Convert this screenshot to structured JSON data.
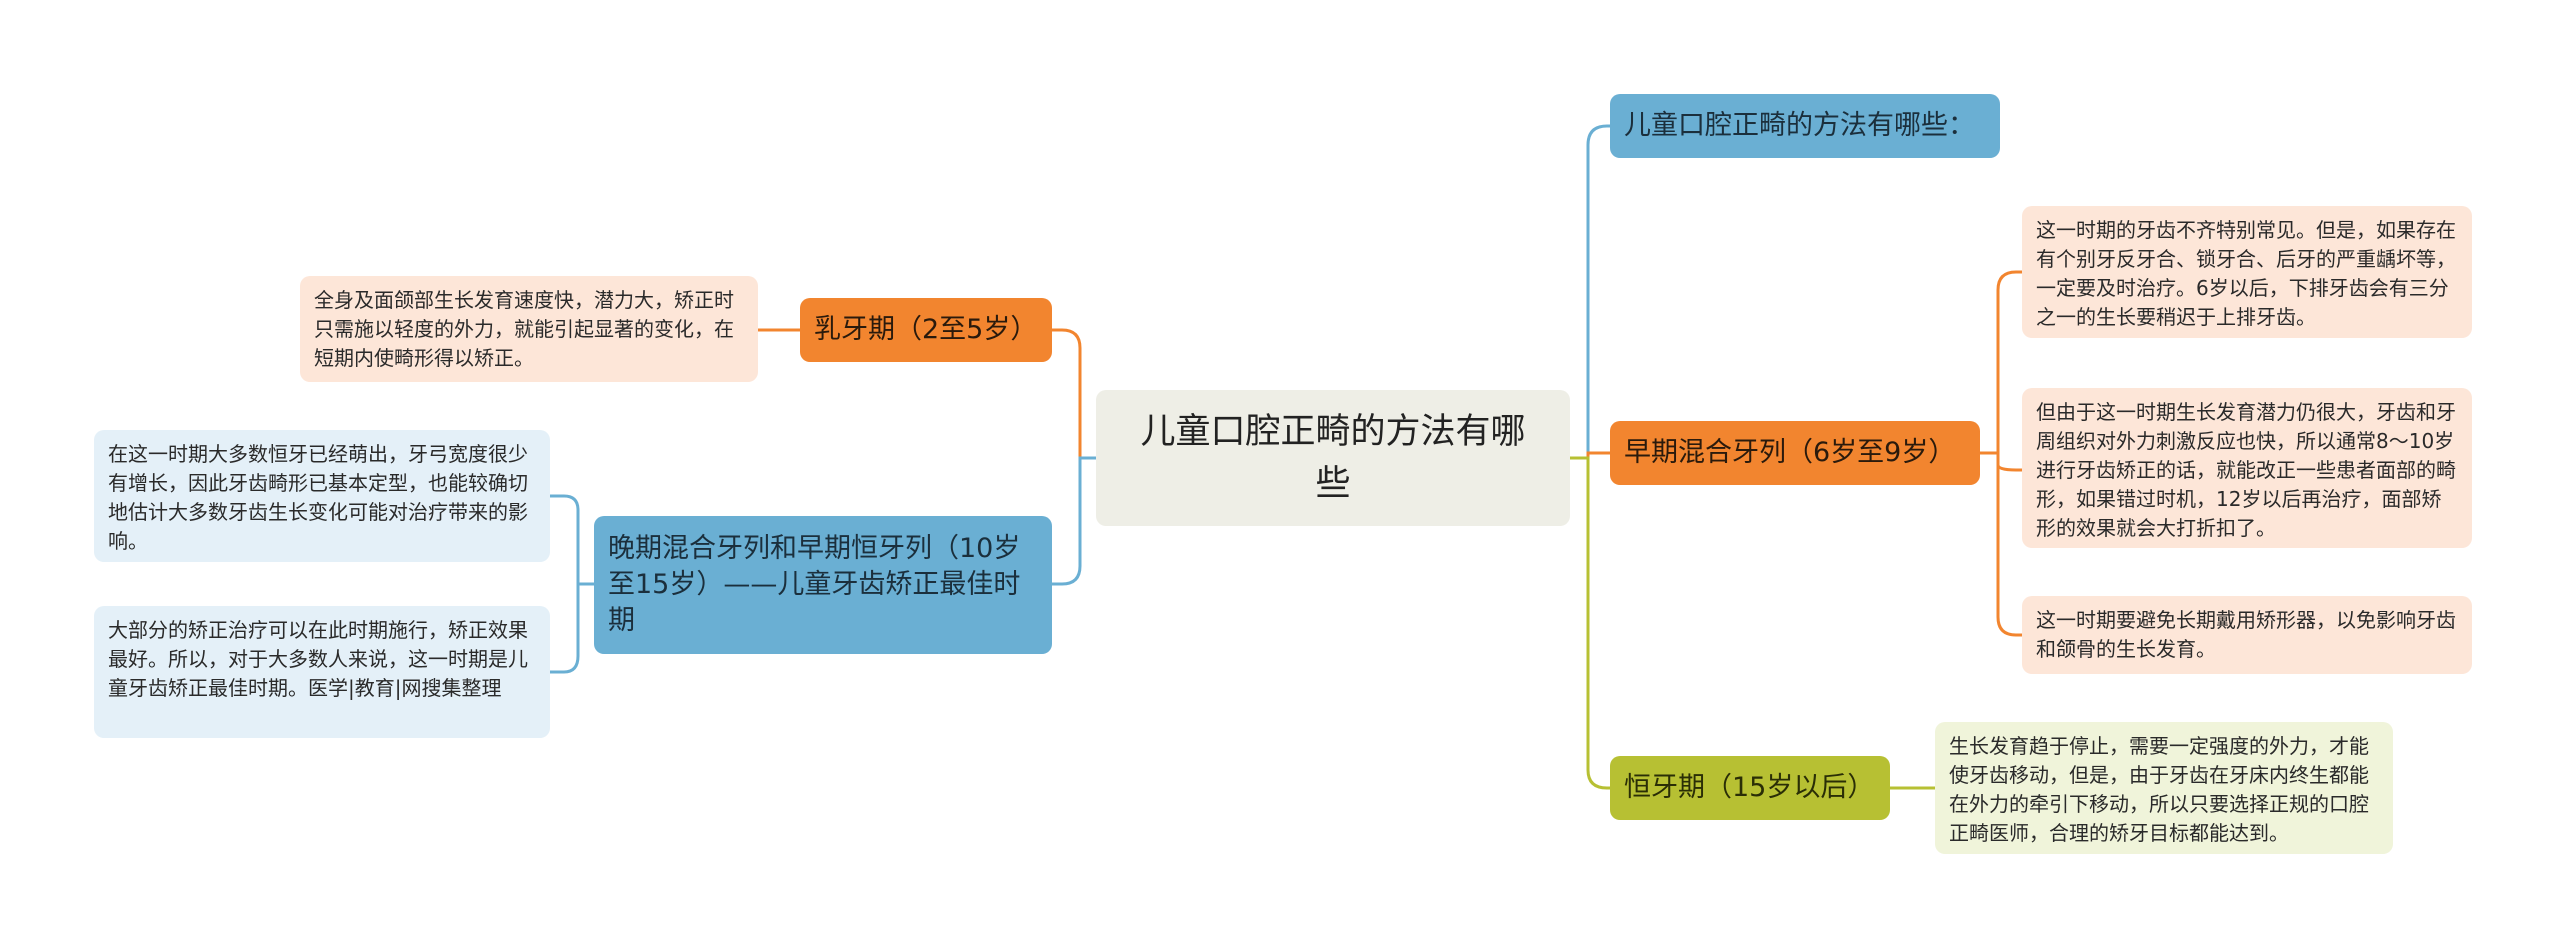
{
  "center": {
    "title": "儿童口腔正畸的方法有哪些"
  },
  "branches": {
    "intro": {
      "label": "儿童口腔正畸的方法有哪些："
    },
    "primary": {
      "label": "乳牙期（2至5岁）",
      "details": [
        "全身及面颌部生长发育速度快，潜力大，矫正时只需施以轻度的外力，就能引起显著的变化，在短期内使畸形得以矫正。"
      ]
    },
    "late_mixed": {
      "label": "晚期混合牙列和早期恒牙列（10岁至15岁）——儿童牙齿矫正最佳时期",
      "details": [
        "在这一时期大多数恒牙已经萌出，牙弓宽度很少有增长，因此牙齿畸形已基本定型，也能较确切地估计大多数牙齿生长变化可能对治疗带来的影响。",
        "大部分的矫正治疗可以在此时期施行，矫正效果最好。所以，对于大多数人来说，这一时期是儿童牙齿矫正最佳时期。医学|教育|网搜集整理"
      ]
    },
    "early_mixed": {
      "label": "早期混合牙列（6岁至9岁）",
      "details": [
        "这一时期的牙齿不齐特别常见。但是，如果存在有个别牙反牙合、锁牙合、后牙的严重龋坏等，一定要及时治疗。6岁以后，下排牙齿会有三分之一的生长要稍迟于上排牙齿。",
        "但由于这一时期生长发育潜力仍很大，牙齿和牙周组织对外力刺激反应也快，所以通常8～10岁进行牙齿矫正的话，就能改正一些患者面部的畸形，如果错过时机，12岁以后再治疗，面部矫形的效果就会大打折扣了。",
        "这一时期要避免长期戴用矫形器，以免影响牙齿和颌骨的生长发育。"
      ]
    },
    "permanent": {
      "label": "恒牙期（15岁以后）",
      "details": [
        "生长发育趋于停止，需要一定强度的外力，才能使牙齿移动，但是，由于牙齿在牙床内终生都能在外力的牵引下移动，所以只要选择正规的口腔正畸医师，合理的矫牙目标都能达到。"
      ]
    }
  },
  "colors": {
    "blue": "#6aafd3",
    "orange": "#f2852f",
    "olive": "#b7c033",
    "center_bg": "#eeeee6"
  }
}
